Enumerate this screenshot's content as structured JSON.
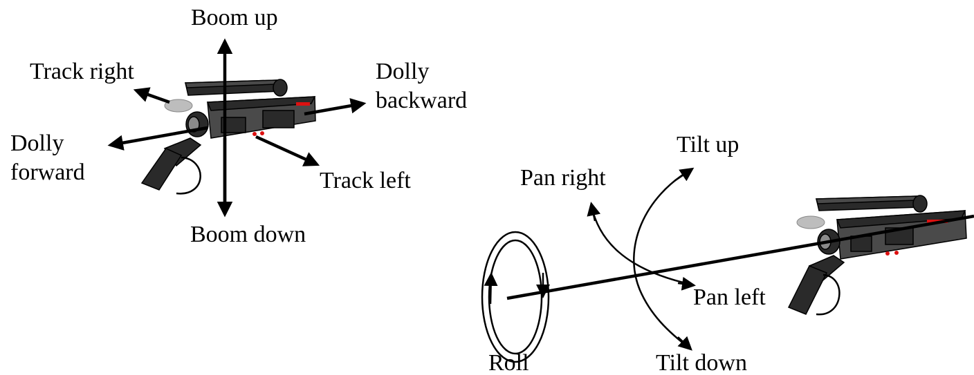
{
  "labels": {
    "boom_up": "Boom up",
    "track_right": "Track right",
    "dolly_backward_1": "Dolly",
    "dolly_backward_2": "backward",
    "dolly_forward_1": "Dolly",
    "dolly_forward_2": "forward",
    "track_left": "Track left",
    "boom_down": "Boom down",
    "tilt_up": "Tilt up",
    "pan_right": "Pan right",
    "pan_left": "Pan left",
    "roll": "Roll",
    "tilt_down": "Tilt down"
  }
}
